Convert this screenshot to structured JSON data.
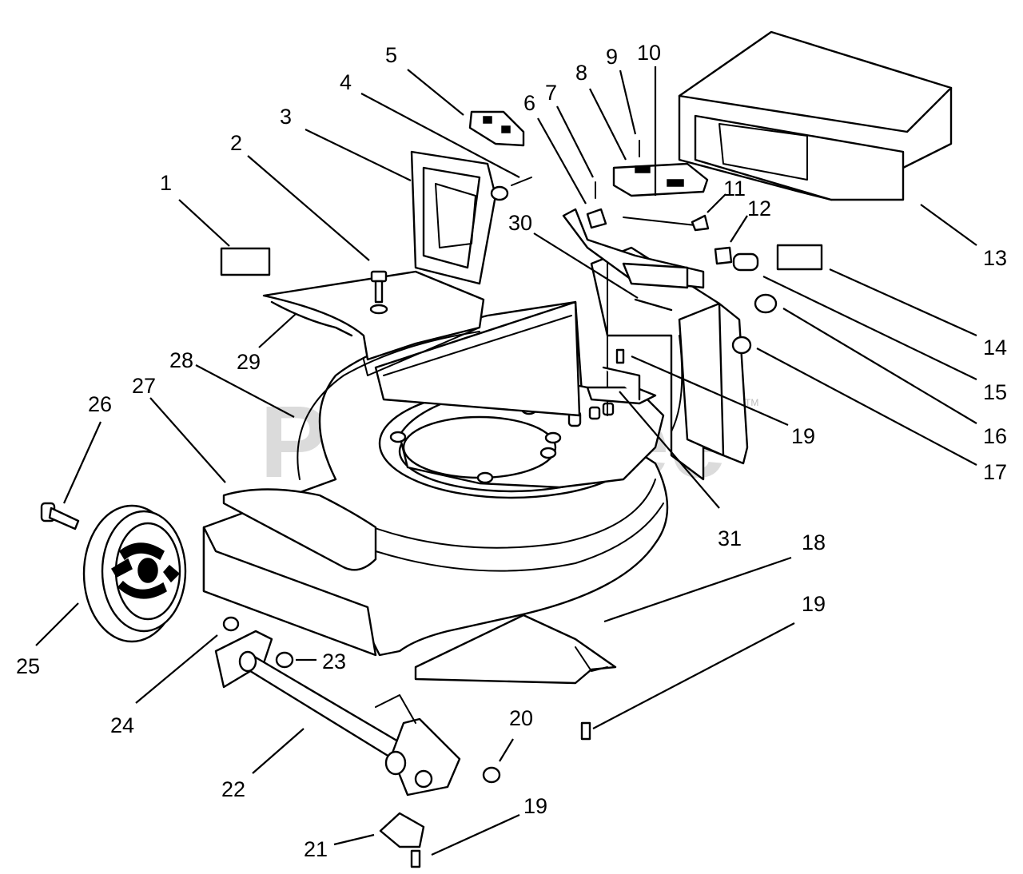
{
  "watermark": {
    "text": "PartsTree",
    "trademark": "TM",
    "color": "#cfcfcf"
  },
  "diagram": {
    "line_color": "#000000",
    "background": "#ffffff",
    "callouts": [
      {
        "id": "c1",
        "label": "1"
      },
      {
        "id": "c2",
        "label": "2"
      },
      {
        "id": "c3",
        "label": "3"
      },
      {
        "id": "c4",
        "label": "4"
      },
      {
        "id": "c5",
        "label": "5"
      },
      {
        "id": "c6",
        "label": "6"
      },
      {
        "id": "c7",
        "label": "7"
      },
      {
        "id": "c8",
        "label": "8"
      },
      {
        "id": "c9",
        "label": "9"
      },
      {
        "id": "c10",
        "label": "10"
      },
      {
        "id": "c11",
        "label": "11"
      },
      {
        "id": "c12",
        "label": "12"
      },
      {
        "id": "c13",
        "label": "13"
      },
      {
        "id": "c14",
        "label": "14"
      },
      {
        "id": "c15",
        "label": "15"
      },
      {
        "id": "c16",
        "label": "16"
      },
      {
        "id": "c17",
        "label": "17"
      },
      {
        "id": "c18",
        "label": "18"
      },
      {
        "id": "c19a",
        "label": "19"
      },
      {
        "id": "c19b",
        "label": "19"
      },
      {
        "id": "c19c",
        "label": "19"
      },
      {
        "id": "c20",
        "label": "20"
      },
      {
        "id": "c21",
        "label": "21"
      },
      {
        "id": "c22",
        "label": "22"
      },
      {
        "id": "c23",
        "label": "23"
      },
      {
        "id": "c24",
        "label": "24"
      },
      {
        "id": "c25",
        "label": "25"
      },
      {
        "id": "c26",
        "label": "26"
      },
      {
        "id": "c27",
        "label": "27"
      },
      {
        "id": "c28",
        "label": "28"
      },
      {
        "id": "c29",
        "label": "29"
      },
      {
        "id": "c30",
        "label": "30"
      },
      {
        "id": "c31",
        "label": "31"
      }
    ]
  }
}
